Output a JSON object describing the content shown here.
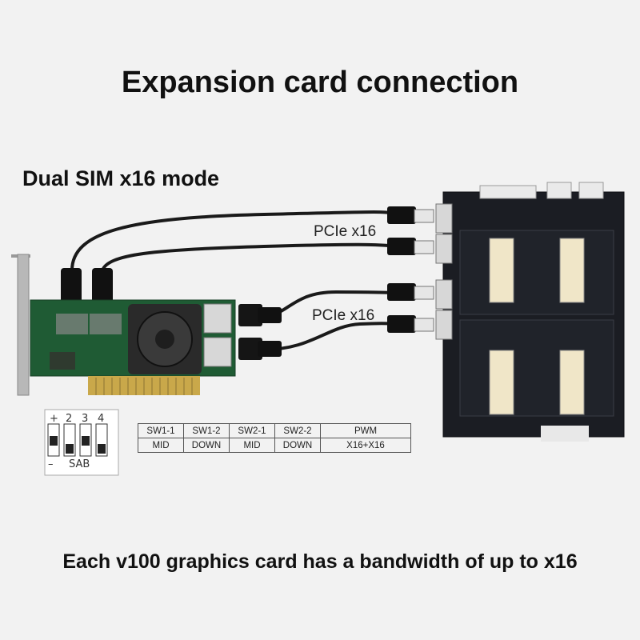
{
  "title": "Expansion card connection",
  "mode_label": "Dual SIM x16 mode",
  "link_labels": [
    "PCIe x16",
    "PCIe x16"
  ],
  "switch_table": {
    "headers": [
      "SW1-1",
      "SW1-2",
      "SW2-1",
      "SW2-2",
      "PWM"
    ],
    "values": [
      "MID",
      "DOWN",
      "MID",
      "DOWN",
      "X16+X16"
    ]
  },
  "dip_switch": {
    "top_labels": [
      "+",
      "2",
      "3",
      "4"
    ],
    "bottom_labels": [
      "–",
      "SAB"
    ]
  },
  "footer": "Each v100 graphics card has a bandwidth of up to x16",
  "colors": {
    "background": "#f2f2f2",
    "pcb_green": "#1f5b34",
    "pcb_dark": "#1b1d23",
    "cable": "#1a1a1a",
    "connector_gold": "#c9a84a"
  }
}
